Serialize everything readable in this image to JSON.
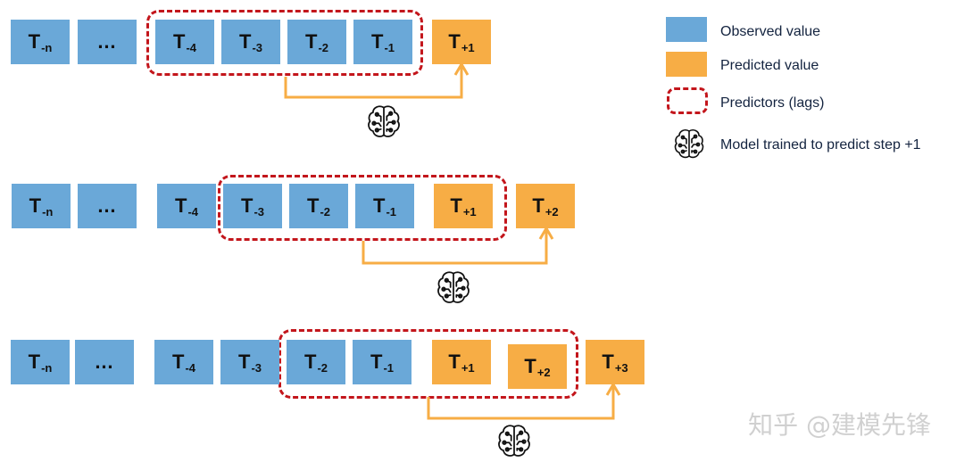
{
  "colors": {
    "observed": "#6aa8d8",
    "predicted": "#f7ad45",
    "lags_border": "#c3161c",
    "arrow": "#f7ad45"
  },
  "icons": {
    "model": "brain-circuit-icon"
  },
  "legend": {
    "observed_label": "Observed value",
    "predicted_label": "Predicted value",
    "lags_label": "Predictors (lags)",
    "model_label": "Model trained to predict step +1"
  },
  "rows": [
    {
      "boxes": [
        {
          "kind": "observed",
          "main": "T",
          "sub": "-n"
        },
        {
          "kind": "observed",
          "main": "…",
          "sub": ""
        },
        {
          "kind": "observed",
          "main": "T",
          "sub": "-4"
        },
        {
          "kind": "observed",
          "main": "T",
          "sub": "-3"
        },
        {
          "kind": "observed",
          "main": "T",
          "sub": "-2"
        },
        {
          "kind": "observed",
          "main": "T",
          "sub": "-1"
        },
        {
          "kind": "predicted",
          "main": "T",
          "sub": "+1"
        }
      ]
    },
    {
      "boxes": [
        {
          "kind": "observed",
          "main": "T",
          "sub": "-n"
        },
        {
          "kind": "observed",
          "main": "…",
          "sub": ""
        },
        {
          "kind": "observed",
          "main": "T",
          "sub": "-4"
        },
        {
          "kind": "observed",
          "main": "T",
          "sub": "-3"
        },
        {
          "kind": "observed",
          "main": "T",
          "sub": "-2"
        },
        {
          "kind": "observed",
          "main": "T",
          "sub": "-1"
        },
        {
          "kind": "predicted",
          "main": "T",
          "sub": "+1"
        },
        {
          "kind": "predicted",
          "main": "T",
          "sub": "+2"
        }
      ]
    },
    {
      "boxes": [
        {
          "kind": "observed",
          "main": "T",
          "sub": "-n"
        },
        {
          "kind": "observed",
          "main": "…",
          "sub": ""
        },
        {
          "kind": "observed",
          "main": "T",
          "sub": "-4"
        },
        {
          "kind": "observed",
          "main": "T",
          "sub": "-3"
        },
        {
          "kind": "observed",
          "main": "T",
          "sub": "-2"
        },
        {
          "kind": "observed",
          "main": "T",
          "sub": "-1"
        },
        {
          "kind": "predicted",
          "main": "T",
          "sub": "+1"
        },
        {
          "kind": "predicted",
          "main": "T",
          "sub": "+2"
        },
        {
          "kind": "predicted",
          "main": "T",
          "sub": "+3"
        }
      ]
    }
  ],
  "watermark": "知乎 @建模先锋"
}
